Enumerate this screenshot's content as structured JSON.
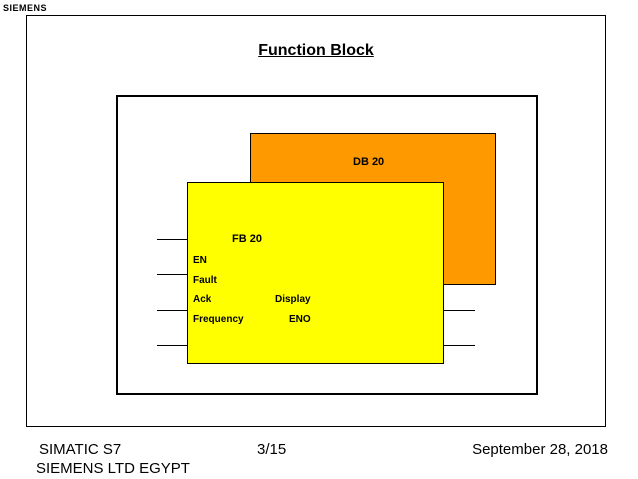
{
  "header": {
    "brand": "SIEMENS"
  },
  "slide": {
    "title": "Function Block"
  },
  "diagram": {
    "db_label": "DB 20",
    "fb_label": "FB 20",
    "inputs": [
      "EN",
      "Fault",
      "Ack",
      "Frequency"
    ],
    "outputs": [
      "Display",
      "ENO"
    ],
    "colors": {
      "db_fill": "#ff9900",
      "fb_fill": "#ffff00",
      "border": "#000000"
    }
  },
  "footer": {
    "product": "SIMATIC S7",
    "page": "3/15",
    "date": "September 28, 2018",
    "company": "SIEMENS LTD EGYPT"
  }
}
